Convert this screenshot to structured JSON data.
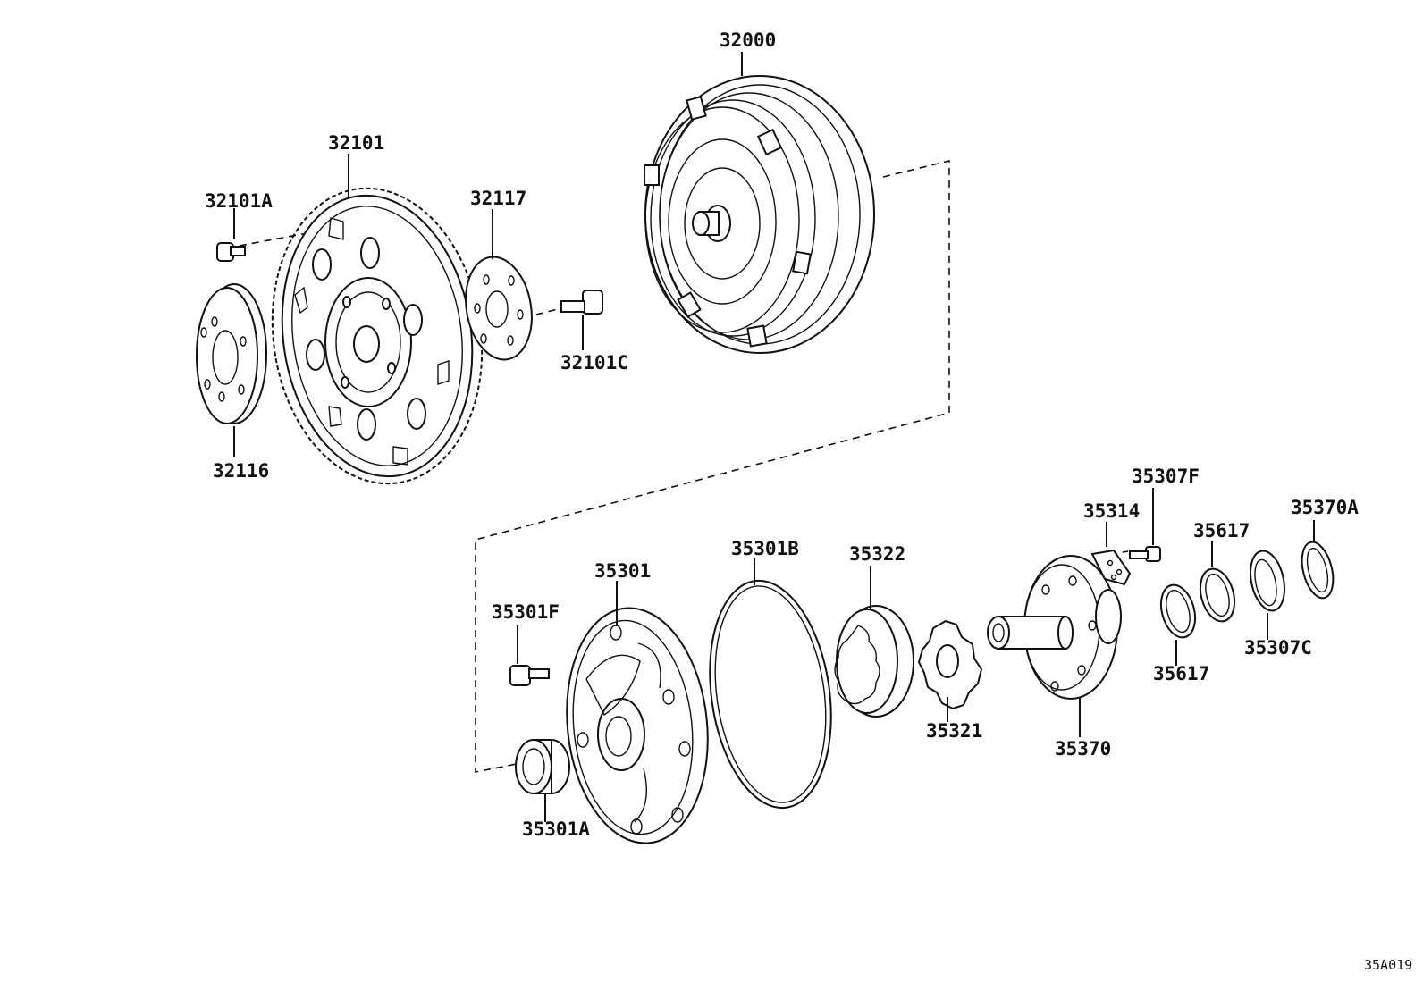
{
  "diagram_code": "35A019",
  "parts": {
    "p32000": "32000",
    "p32101": "32101",
    "p32101A": "32101A",
    "p32117": "32117",
    "p32101C": "32101C",
    "p32116": "32116",
    "p35307F": "35307F",
    "p35314": "35314",
    "p35617a": "35617",
    "p35370A": "35370A",
    "p35301B": "35301B",
    "p35322": "35322",
    "p35301": "35301",
    "p35301F": "35301F",
    "p35321": "35321",
    "p35370": "35370",
    "p35617b": "35617",
    "p35307C": "35307C",
    "p35301A": "35301A"
  }
}
